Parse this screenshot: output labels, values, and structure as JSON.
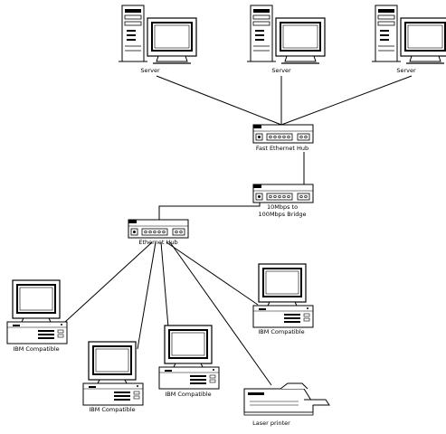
{
  "servers": [
    {
      "label": "Server"
    },
    {
      "label": "Server"
    },
    {
      "label": "Server"
    }
  ],
  "fast_hub": {
    "label": "Fast Ethernet Hub"
  },
  "bridge": {
    "label_line1": "10Mbps to",
    "label_line2": "100Mbps Bridge"
  },
  "ethernet_hub": {
    "label": "Ethernet Hub"
  },
  "clients": [
    {
      "label": "IBM Compatible"
    },
    {
      "label": "IBM Compatible"
    },
    {
      "label": "IBM Compatible"
    },
    {
      "label": "IBM Compatible"
    }
  ],
  "printer": {
    "label": "Laser printer"
  }
}
